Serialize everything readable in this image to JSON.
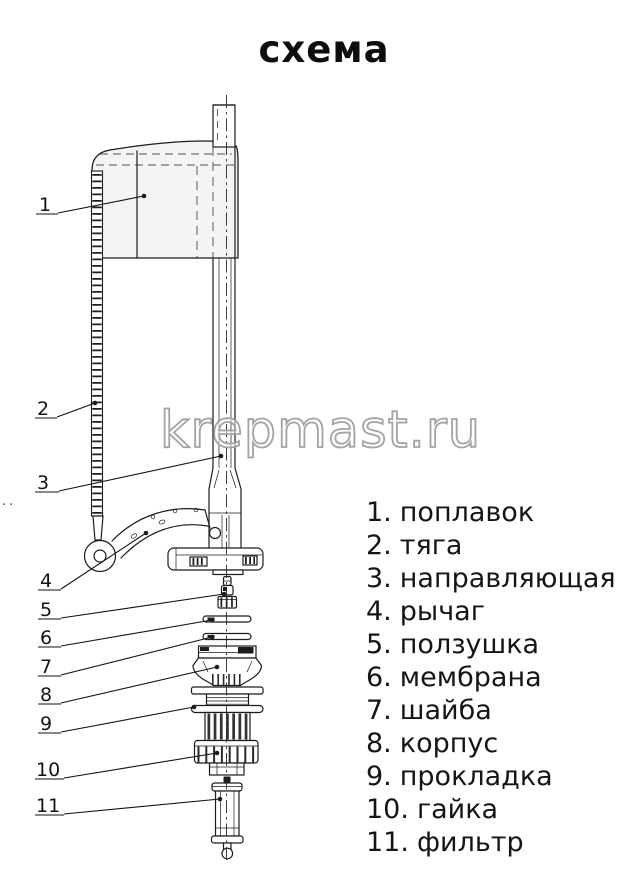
{
  "title": "схема",
  "watermark": "krepmast.ru",
  "artifact_dots": "..",
  "legend": {
    "items": [
      {
        "num": "1.",
        "name": "поплавок"
      },
      {
        "num": "2.",
        "name": "тяга"
      },
      {
        "num": "3.",
        "name": "направляющая"
      },
      {
        "num": "4.",
        "name": "рычаг"
      },
      {
        "num": "5.",
        "name": "ползушка"
      },
      {
        "num": "6.",
        "name": "мембрана"
      },
      {
        "num": "7.",
        "name": "шайба"
      },
      {
        "num": "8.",
        "name": "корпус"
      },
      {
        "num": "9.",
        "name": "прокладка"
      },
      {
        "num": "10.",
        "name": "гайка"
      },
      {
        "num": "11.",
        "name": "фильтр"
      }
    ]
  },
  "callouts": [
    {
      "num": "1"
    },
    {
      "num": "2"
    },
    {
      "num": "3"
    },
    {
      "num": "4"
    },
    {
      "num": "5"
    },
    {
      "num": "6"
    },
    {
      "num": "7"
    },
    {
      "num": "8"
    },
    {
      "num": "9"
    },
    {
      "num": "10"
    },
    {
      "num": "11"
    }
  ],
  "colors": {
    "background": "#ffffff",
    "line": "#1c1c1c",
    "float_fill": "#f4f4f4",
    "watermark_stroke": "#9e9e9e",
    "text": "#151515"
  }
}
